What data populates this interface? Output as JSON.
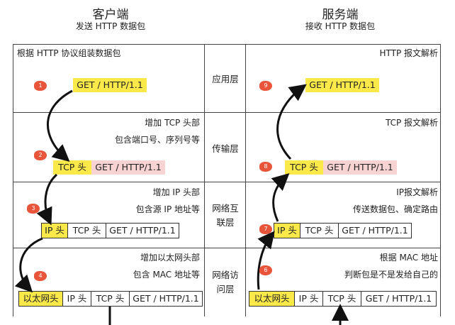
{
  "left": {
    "title": "客户端",
    "subtitle": "发送 HTTP 数据包",
    "row1_note": "根据 HTTP 协议组装数据包",
    "row2_note1": "增加 TCP 头部",
    "row2_note2": "包含端口号、序列号等",
    "row3_note1": "增加 IP 头部",
    "row3_note2": "包含源 IP 地址等",
    "row4_note1": "增加以太网头部",
    "row4_note2": "包含 MAC 地址等"
  },
  "right": {
    "title": "服务端",
    "subtitle": "接收 HTTP 数据包",
    "row1_note": "HTTP 报文解析",
    "row2_note": "TCP 报文解析",
    "row3_note1": "IP报文解析",
    "row3_note2": "传送数据包、确定路由",
    "row4_note1": "根据 MAC 地址",
    "row4_note2": "判断包是不是发给自己的"
  },
  "layers": {
    "application": "应用层",
    "transport": "传输层",
    "internet_1": "网络互",
    "internet_2": "联层",
    "link_1": "网络访",
    "link_2": "问层"
  },
  "packet": {
    "http": "GET / HTTP/1.1",
    "tcp": "TCP 头",
    "ip": "IP 头",
    "eth": "以太网头"
  },
  "badges": [
    "1",
    "2",
    "3",
    "4",
    "6",
    "7",
    "8",
    "9"
  ],
  "colors": {
    "header_yellow": "#fbe94a",
    "payload_pink": "#f8d3d3",
    "badge_red": "#e8553a"
  }
}
